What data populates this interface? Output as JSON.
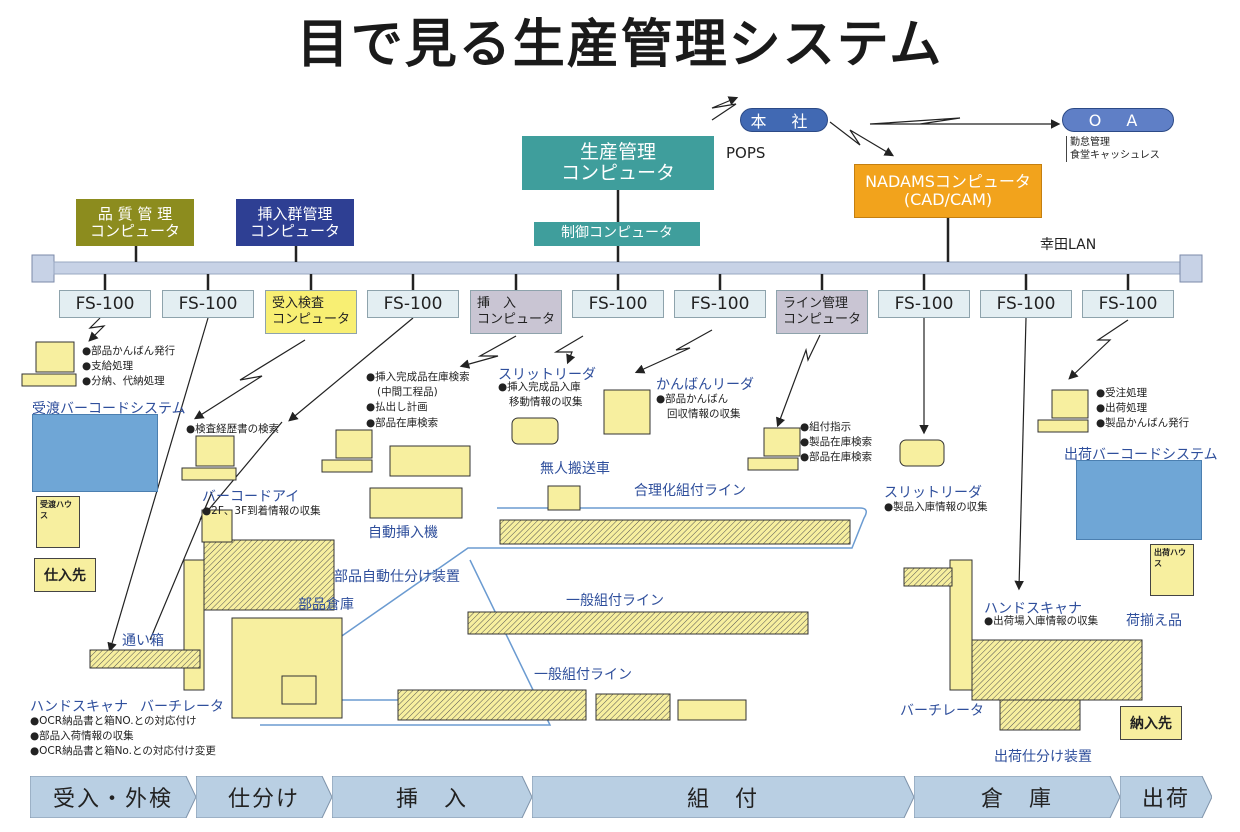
{
  "title": "目で見る生産管理システム",
  "top": {
    "head_office": "本 社",
    "oa": "O A",
    "oa_notes": [
      "勤怠管理",
      "食堂キャッシュレス"
    ],
    "pops": "POPS",
    "production_computer": [
      "生産管理",
      "コンピュータ"
    ],
    "control_computer": "制御コンピュータ",
    "nadams_computer": [
      "NADAMSコンピュータ",
      "(CAD/CAM)"
    ],
    "lan_label": "幸田LAN",
    "quality_computer": [
      "品 質 管 理",
      "コンピュータ"
    ],
    "insertion_group_computer": [
      "挿入群管理",
      "コンピュータ"
    ]
  },
  "nodes": [
    {
      "label": "FS-100"
    },
    {
      "label": "FS-100"
    },
    {
      "label": "受入検査\nコンピュータ"
    },
    {
      "label": "FS-100"
    },
    {
      "label": "挿　入\nコンピュータ"
    },
    {
      "label": "FS-100"
    },
    {
      "label": "FS-100"
    },
    {
      "label": "ライン管理\nコンピュータ"
    },
    {
      "label": "FS-100"
    },
    {
      "label": "FS-100"
    },
    {
      "label": "FS-100"
    }
  ],
  "receiving": {
    "notes": [
      "部品かんばん発行",
      "支給処理",
      "分納、代納処理"
    ],
    "system_label": "受渡バーコードシステム",
    "house_label": "受渡ハウス",
    "truck_label": "仕入先"
  },
  "inspection": {
    "notes": [
      "検査経歴書の検索"
    ],
    "barcode_eye": "バーコードアイ",
    "barcode_eye_notes": [
      "2F、3F到着情報の収集"
    ]
  },
  "insertion": {
    "notes": [
      "挿入完成品在庫検索",
      "(中間工程品)",
      "払出し計画",
      "部品在庫検索"
    ],
    "auto_insert": "自動挿入機"
  },
  "slit_reader_1": {
    "label": "スリットリーダ",
    "notes": [
      "挿入完成品入庫",
      "移動情報の収集"
    ]
  },
  "kanban_reader": {
    "label": "かんばんリーダ",
    "notes": [
      "部品かんばん",
      "回収情報の収集"
    ]
  },
  "line_mgmt": {
    "notes": [
      "組付指示",
      "製品在庫検索",
      "部品在庫検索"
    ]
  },
  "slit_reader_2": {
    "label": "スリットリーダ",
    "notes": [
      "製品入庫情報の収集"
    ]
  },
  "shipping": {
    "notes": [
      "受注処理",
      "出荷処理",
      "製品かんばん発行"
    ],
    "system_label": "出荷バーコードシステム",
    "house_label": "出荷ハウス",
    "truck_label": "納入先"
  },
  "floor": {
    "agv": "無人搬送車",
    "rational_line": "合理化組付ライン",
    "general_line_1": "一般組付ライン",
    "general_line_2": "一般組付ライン",
    "auto_sorter": "部品自動仕分け装置",
    "parts_warehouse": "部品倉庫",
    "tote": "通い箱",
    "hand_scanner_left": "ハンドスキャナ",
    "barchelator_left": "バーチレータ",
    "left_notes": [
      "OCR納品書と箱NO.との対応付け",
      "部品入荷情報の収集",
      "OCR納品書と箱No.との対応付け変更"
    ],
    "hand_scanner_right": "ハンドスキャナ",
    "hand_scanner_right_notes": [
      "出荷場入庫情報の収集"
    ],
    "assembled_goods": "荷揃え品",
    "barchelator_right": "バーチレータ",
    "shipping_sorter": "出荷仕分け装置"
  },
  "stages": [
    "受入・外検",
    "仕分け",
    "挿　入",
    "組　付",
    "倉　庫",
    "出荷"
  ],
  "colors": {
    "teal": "#3f9e9c",
    "olive": "#8c8c1e",
    "navy": "#2e3f93",
    "orange": "#f2a31c",
    "yellow": "#f7ef60",
    "lavender": "#c9c5d3",
    "lan_bar": "#c7d2e6",
    "stage_fill": "#b9cfe3",
    "machine": "#f7ef9f",
    "label_blue": "#2f4f9c"
  }
}
